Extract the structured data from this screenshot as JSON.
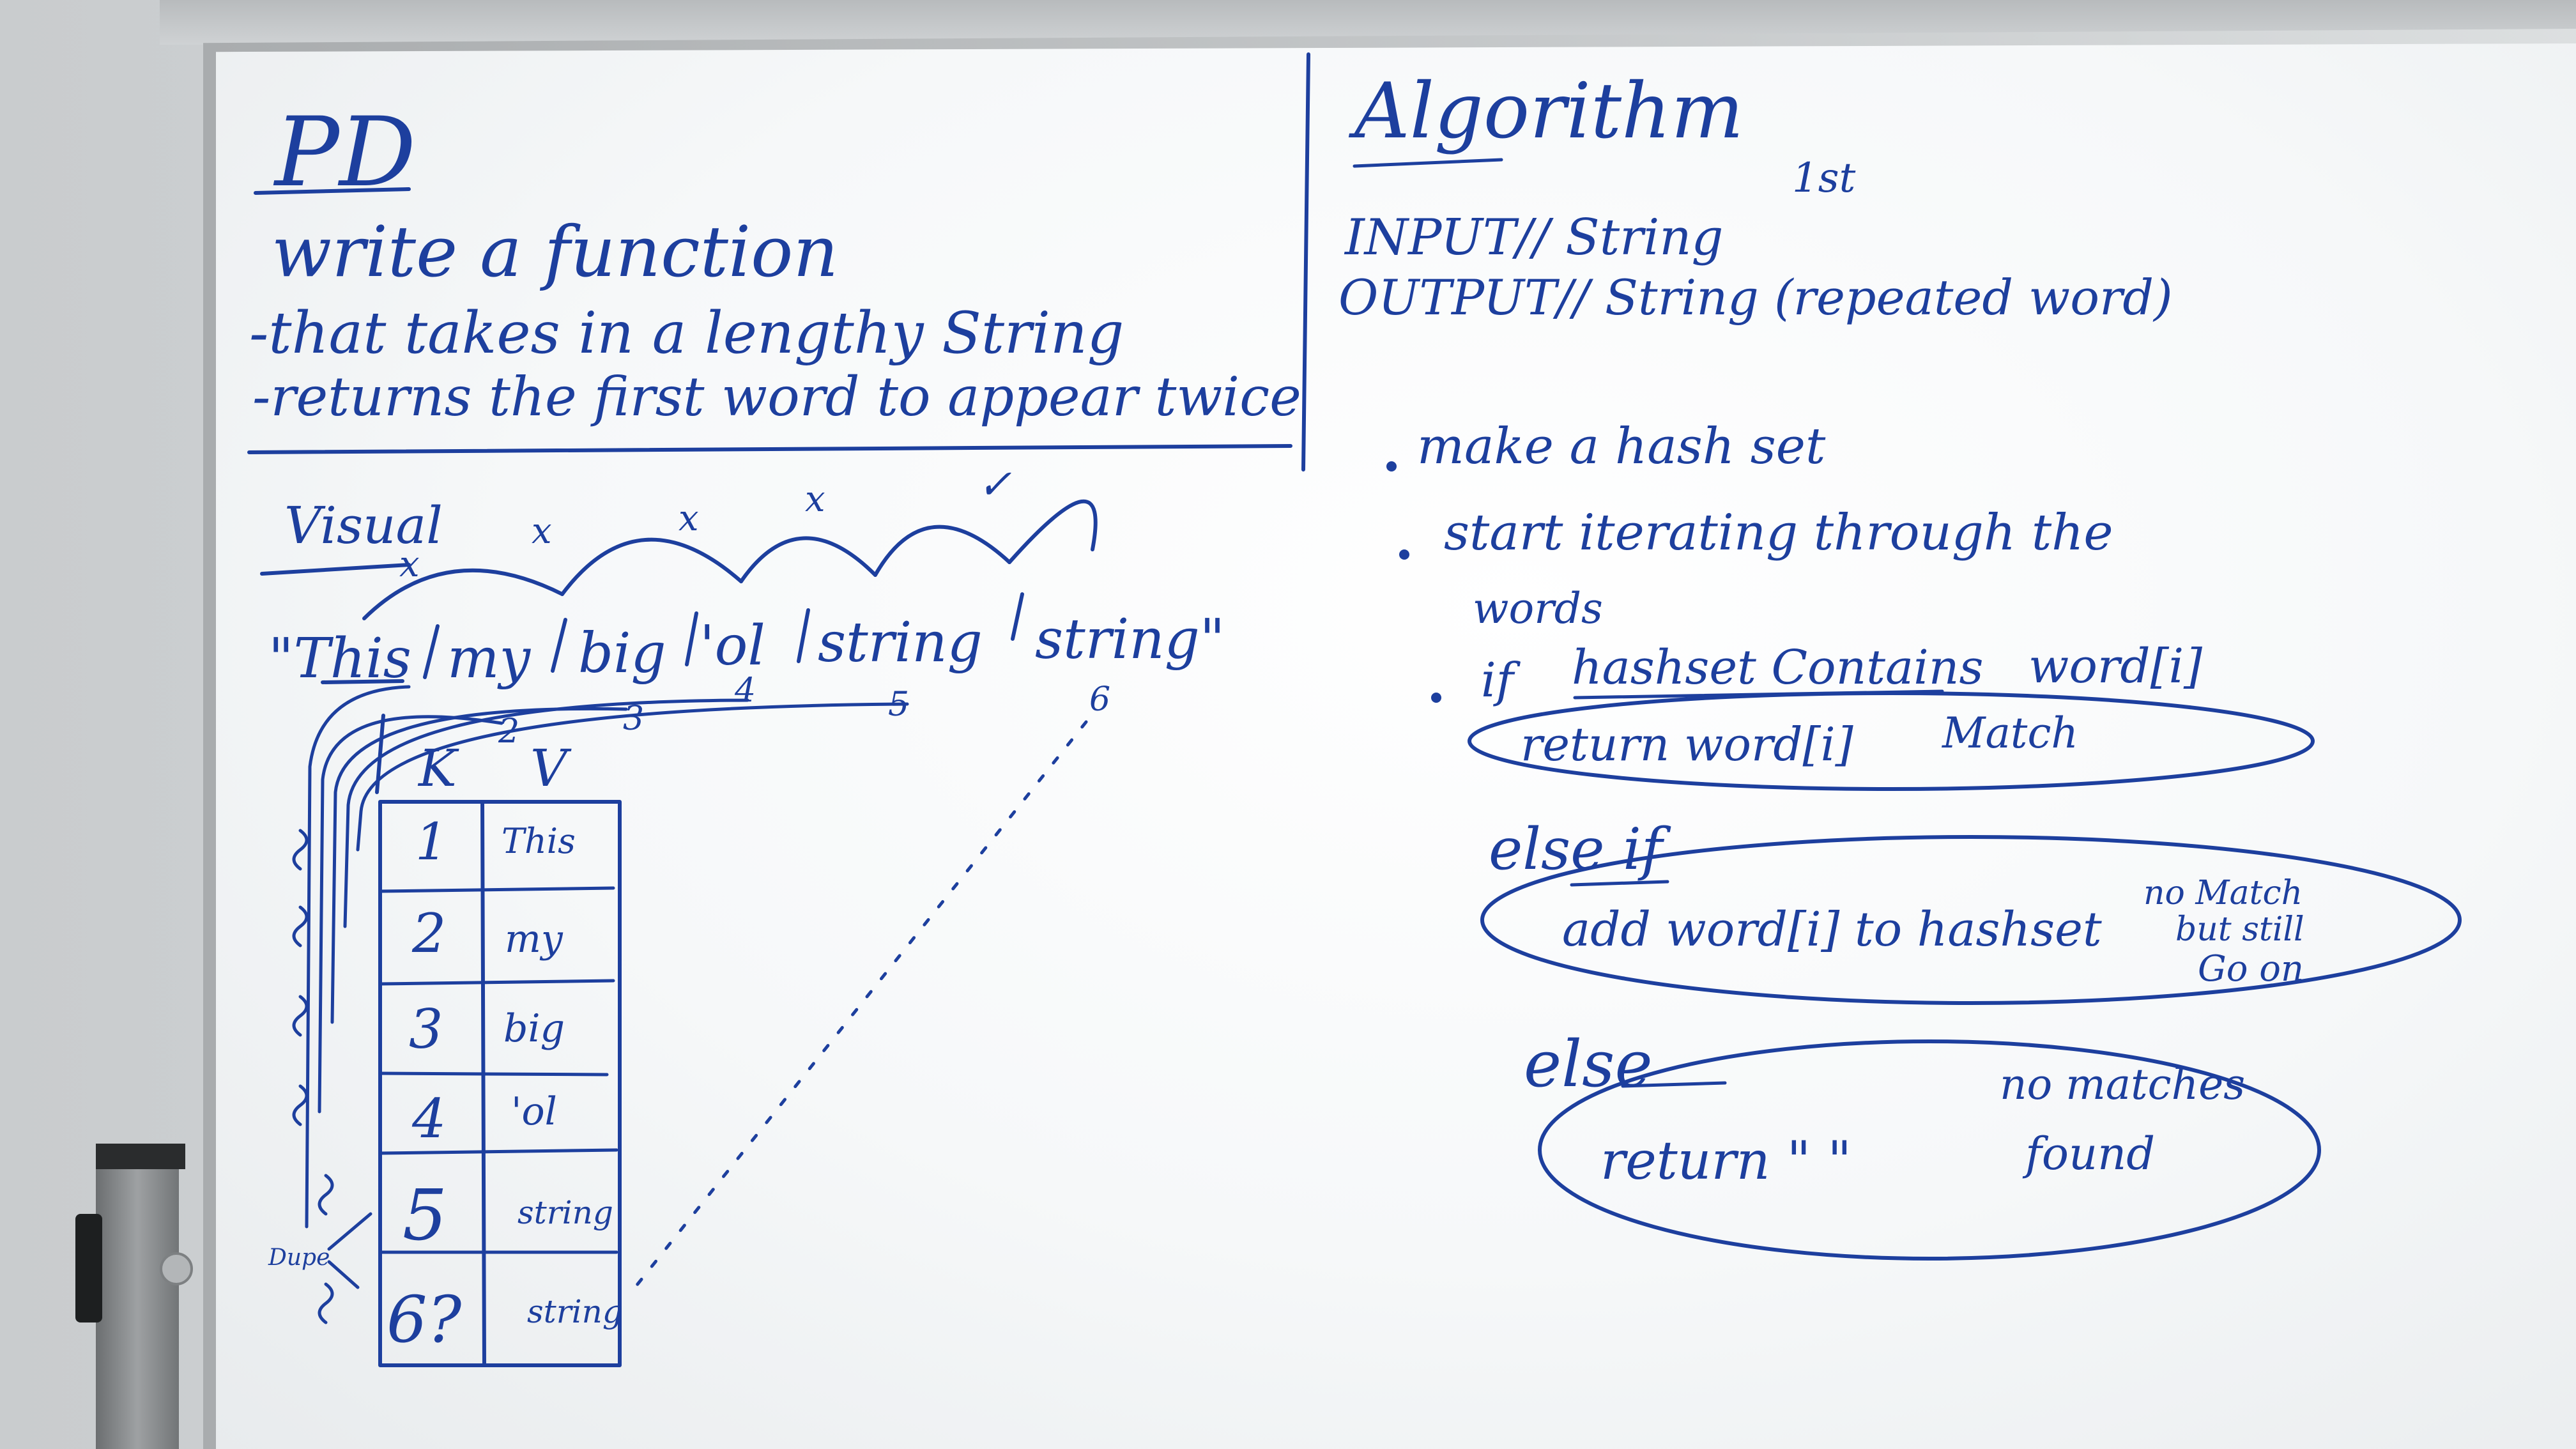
{
  "colors": {
    "ink": "#1d3f9e",
    "board": "#f7f9fa",
    "frame": "#b7babc"
  },
  "left": {
    "title": "PD",
    "problem": [
      "write  a  function",
      "-that  takes  in  a lengthy  String",
      "-returns  the  first word  to  appear  twice"
    ],
    "visual_label": "Visual",
    "marks": [
      "x",
      "x",
      "x",
      "x",
      "✓"
    ],
    "sentence": [
      "\"This",
      "my",
      "big",
      "'ol",
      "string",
      "string\""
    ],
    "sentence_numbers": [
      "2",
      "3",
      "4",
      "5",
      "6"
    ],
    "table": {
      "headers": [
        "K",
        "V"
      ],
      "keys": [
        "1",
        "2",
        "3",
        "4",
        "5",
        "6?"
      ],
      "values": [
        "This",
        "my",
        "big",
        "'ol",
        "string",
        "string"
      ]
    },
    "dupe_label": "Dupe"
  },
  "right": {
    "title": "Algorithm",
    "input_line": "INPUT//  String",
    "first_label": "1st",
    "output_line": "OUTPUT//  String  (repeated  word)",
    "steps": [
      "make  a  hash  set",
      "start  iterating  through  the",
      "words"
    ],
    "if_prefix": "if",
    "if_condition": "hashset  Contains",
    "if_word": "word[i]",
    "return_line": "return  word[i]",
    "match_label": "Match",
    "else_if_label": "else if",
    "add_line": "add  word[i]  to  hashset",
    "no_match_note": [
      "no Match",
      "but still",
      "Go on"
    ],
    "else_label": "else",
    "else_return": "return  \"  \"",
    "no_matches": [
      "no  matches",
      "found"
    ]
  }
}
